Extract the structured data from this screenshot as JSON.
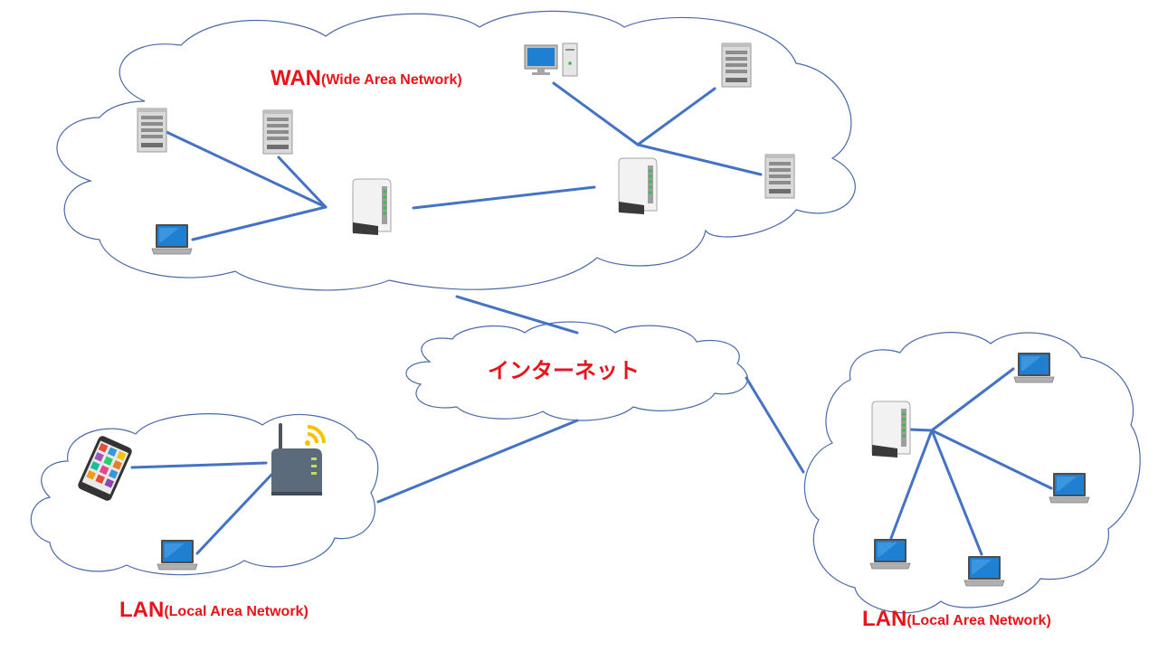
{
  "labels": {
    "wan_main": "WAN",
    "wan_sub": "(Wide Area Network)",
    "internet": "インターネット",
    "lan_left_main": "LAN",
    "lan_left_sub": "(Local Area Network)",
    "lan_right_main": "LAN",
    "lan_right_sub": "(Local Area Network)"
  },
  "colors": {
    "label": "#e8141a",
    "link": "#4472c4",
    "cloud_stroke": "#4a6aa8"
  },
  "devices": {
    "wan": [
      "server-icon",
      "server-icon",
      "laptop-icon",
      "router-icon",
      "router-icon",
      "desktop-pc-icon",
      "server-icon",
      "server-icon"
    ],
    "lan_left": [
      "smartphone-icon",
      "wifi-router-icon",
      "laptop-icon"
    ],
    "lan_right": [
      "router-icon",
      "laptop-icon",
      "laptop-icon",
      "laptop-icon",
      "laptop-icon"
    ]
  }
}
